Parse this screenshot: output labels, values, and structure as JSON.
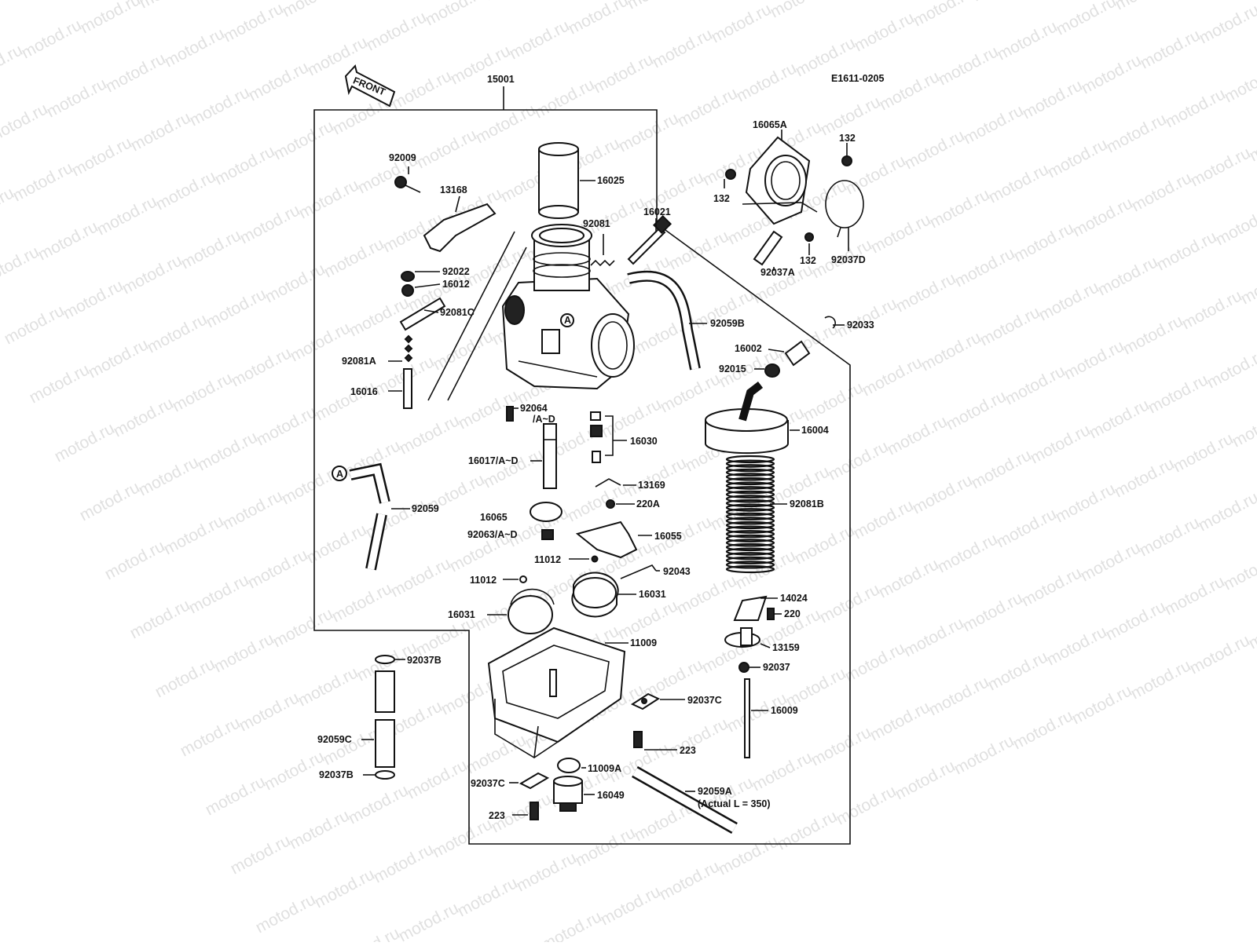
{
  "diagram": {
    "code": "E1611-0205",
    "front_arrow": "FRONT",
    "assembly": "15001",
    "watermark": "motod.ru",
    "labels": {
      "p92009": "92009",
      "p13168": "13168",
      "p16025": "16025",
      "p92081": "92081",
      "p16021": "16021",
      "p92022": "92022",
      "p16012": "16012",
      "p92081C": "92081C",
      "p92081A": "92081A",
      "p16016": "16016",
      "p92064": "92064",
      "p92064b": "/A~D",
      "p16030": "16030",
      "p16017": "16017/A~D",
      "p13169": "13169",
      "p220A": "220A",
      "p16065": "16065",
      "p92063": "92063/A~D",
      "p16055": "16055",
      "p11012a": "11012",
      "p92043": "92043",
      "p11012b": "11012",
      "p16031a": "16031",
      "p16031b": "16031",
      "p11009": "11009",
      "pA": "A",
      "pA2": "A",
      "p92059": "92059",
      "p92037B1": "92037B",
      "p92059C": "92059C",
      "p92037B2": "92037B",
      "p92037C1": "92037C",
      "p223a": "223",
      "p11009A": "11009A",
      "p92037C2": "92037C",
      "p16049": "16049",
      "p223b": "223",
      "p92059A": "92059A",
      "p92059A2": "(Actual L = 350)",
      "p16065A": "16065A",
      "p132a": "132",
      "p132b": "132",
      "p132c": "132",
      "p92037A": "92037A",
      "p92037D": "92037D",
      "p92059B": "92059B",
      "p92033": "92033",
      "p16002": "16002",
      "p92015": "92015",
      "p16004": "16004",
      "p92081B": "92081B",
      "p14024": "14024",
      "p220": "220",
      "p13159": "13159",
      "p92037": "92037",
      "p16009": "16009"
    }
  }
}
